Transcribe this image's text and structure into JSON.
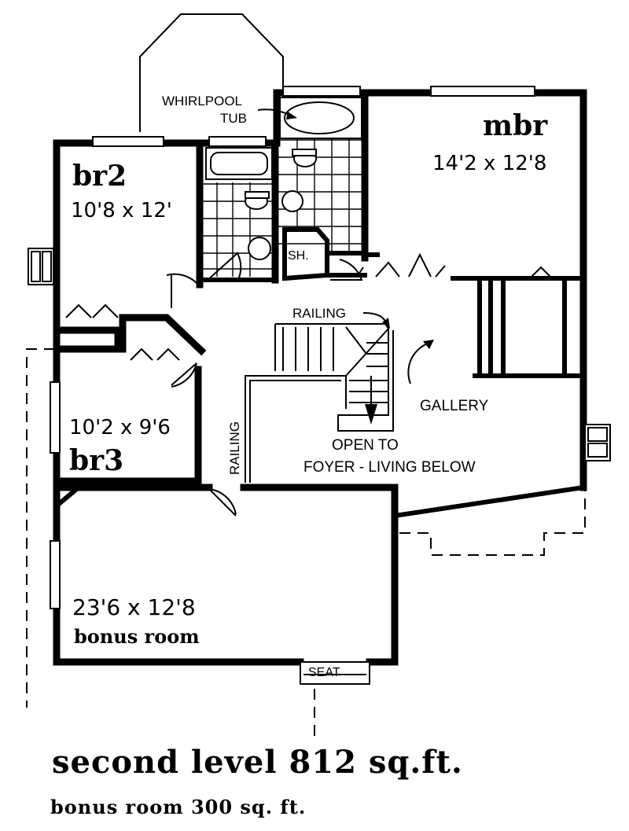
{
  "rooms": {
    "mbr": {
      "name": "mbr",
      "size": "14'2 x 12'8"
    },
    "br2": {
      "name": "br2",
      "size": "10'8 x 12'"
    },
    "br3": {
      "name": "br3",
      "size": "10'2 x 9'6"
    },
    "bonus": {
      "name": "bonus room",
      "size": "23'6 x 12'8"
    }
  },
  "annotations": {
    "whirlpool_line1": "WHIRLPOOL",
    "whirlpool_line2": "TUB",
    "shower": "SH.",
    "railing_top": "RAILING",
    "railing_side": "RAILING",
    "gallery": "GALLERY",
    "open_line1": "OPEN TO",
    "open_line2": "FOYER - LIVING BELOW",
    "seat": "SEAT"
  },
  "caption": {
    "main": "second level 812 sq.ft.",
    "sub": "bonus room 300 sq. ft."
  }
}
